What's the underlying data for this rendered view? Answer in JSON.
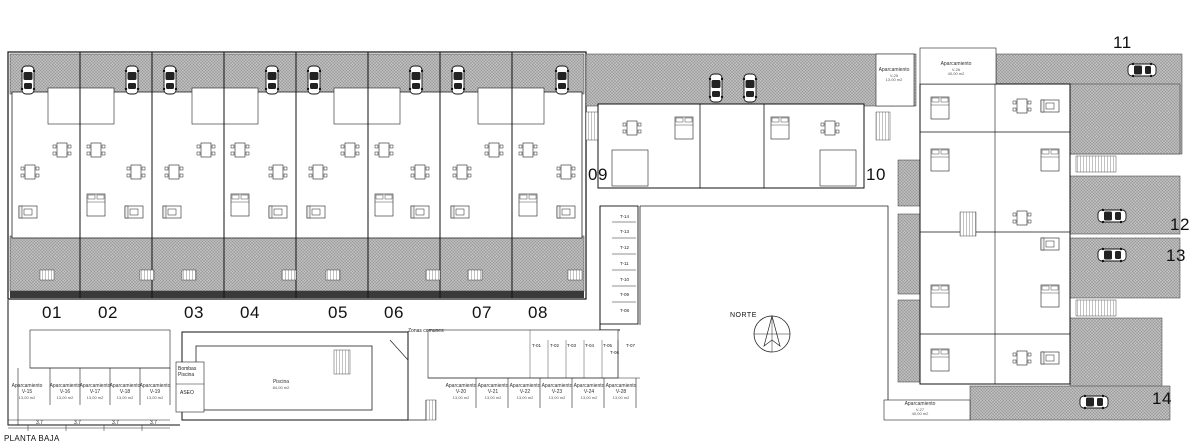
{
  "title": "PLANTA BAJA",
  "north_label": "NORTE",
  "unit_numbers": [
    "01",
    "02",
    "03",
    "04",
    "05",
    "06",
    "07",
    "08",
    "09",
    "10",
    "11",
    "12",
    "13",
    "14"
  ],
  "parking_lower": [
    {
      "name": "Aparcamiento",
      "code": "V-15",
      "area": "13,00 m2"
    },
    {
      "name": "Aparcamiento",
      "code": "V-16",
      "area": "13,00 m2"
    },
    {
      "name": "Aparcamiento",
      "code": "V-17",
      "area": "13,00 m2"
    },
    {
      "name": "Aparcamiento",
      "code": "V-18",
      "area": "13,00 m2"
    },
    {
      "name": "Aparcamiento",
      "code": "V-19",
      "area": "13,00 m2"
    },
    {
      "name": "Aparcamiento",
      "code": "V-20",
      "area": "13,00 m2"
    },
    {
      "name": "Aparcamiento",
      "code": "V-21",
      "area": "13,00 m2"
    },
    {
      "name": "Aparcamiento",
      "code": "V-22",
      "area": "13,00 m2"
    },
    {
      "name": "Aparcamiento",
      "code": "V-23",
      "area": "13,00 m2"
    },
    {
      "name": "Aparcamiento",
      "code": "V-24",
      "area": "13,00 m2"
    },
    {
      "name": "Aparcamiento",
      "code": "V-28",
      "area": "13,00 m2"
    }
  ],
  "parking_upper": [
    {
      "name": "Aparcamiento",
      "code": "V-25",
      "area": "13,00 m2"
    },
    {
      "name": "Aparcamiento",
      "code": "V-26",
      "area": "40,00 m2"
    },
    {
      "name": "Aparcamiento",
      "code": "V-27",
      "area": "40,00 m2"
    }
  ],
  "storage_vertical": [
    "T-14",
    "T-13",
    "T-12",
    "T-11",
    "T-10",
    "T-09",
    "T-08"
  ],
  "storage_horizontal": [
    "T-01",
    "T-02",
    "T-03",
    "T-04",
    "T-05",
    "T-06",
    "T-07"
  ],
  "pool": {
    "name": "Piscina",
    "area": "84,00 m2"
  },
  "aseo_label": "ASEO",
  "bombas_label": "Bombas Piscina",
  "area_common": "Zonas comunes",
  "dims_bottom": [
    "3.7",
    "3.7",
    "3.7",
    "3.7"
  ]
}
